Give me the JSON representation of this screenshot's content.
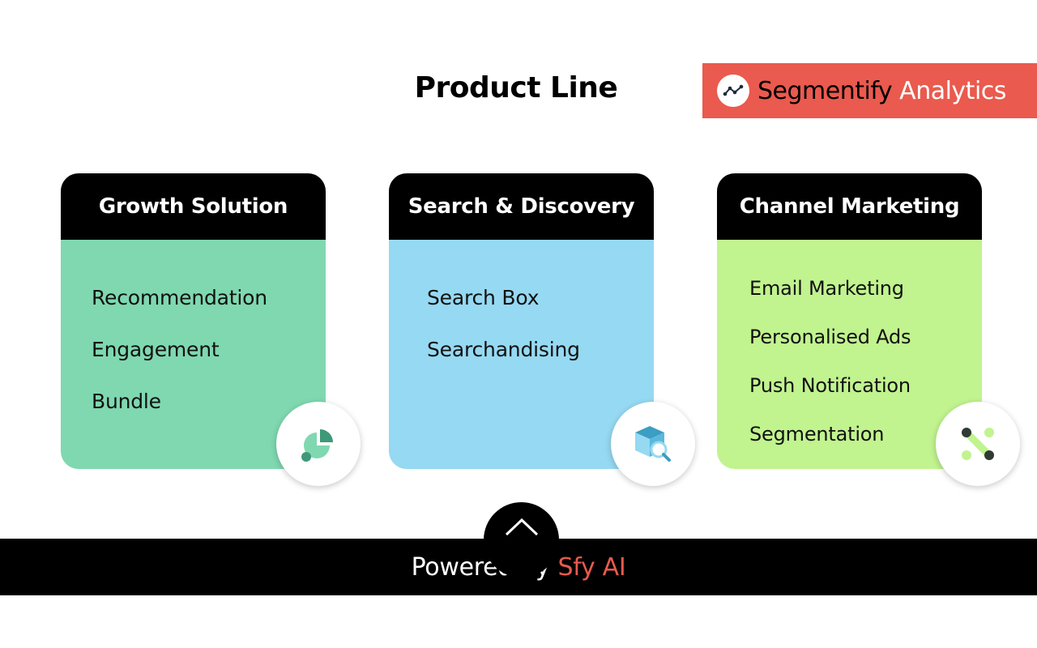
{
  "header": {
    "title": "Product Line",
    "brand": {
      "name": "Segmentify",
      "suffix": "Analytics",
      "background": "#ea5a4e",
      "logo_icon": "analytics-line-icon"
    }
  },
  "cards": [
    {
      "title": "Growth Solution",
      "color": "#7fd8b0",
      "items": [
        "Recommendation",
        "Engagement",
        "Bundle"
      ],
      "icon": "pie-chart-icon"
    },
    {
      "title": "Search & Discovery",
      "color": "#96d9f2",
      "items": [
        "Search Box",
        "Searchandising"
      ],
      "icon": "cube-search-icon"
    },
    {
      "title": "Channel Marketing",
      "color": "#c1f38f",
      "items": [
        "Email Marketing",
        "Personalised Ads",
        "Push Notification",
        "Segmentation"
      ],
      "icon": "nodes-icon"
    }
  ],
  "footer": {
    "text": "Powered by",
    "accent": "Sfy AI",
    "accent_color": "#ea5a4e",
    "toggle_icon": "chevron-up-icon"
  }
}
